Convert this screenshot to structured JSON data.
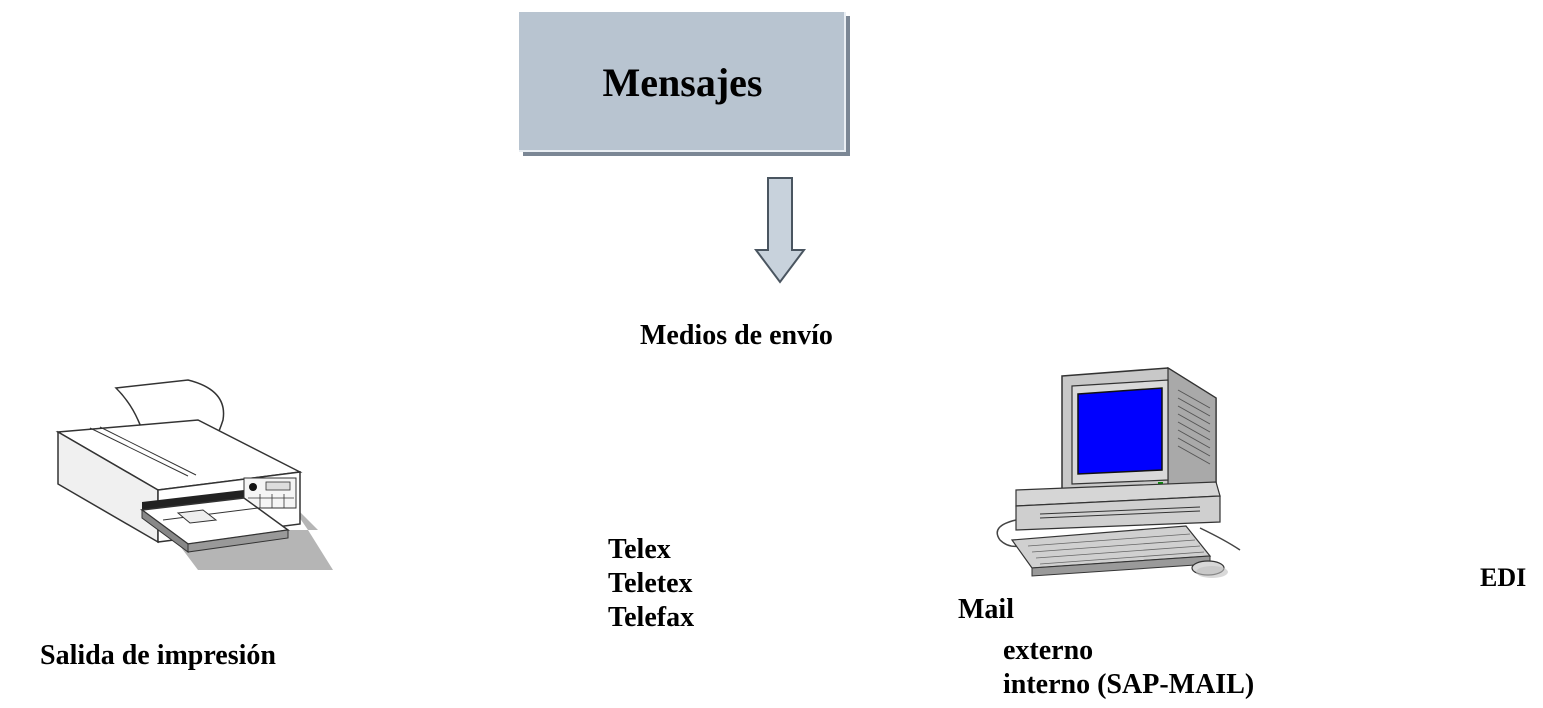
{
  "title": "Mensajes",
  "subtitle": "Medios de envío",
  "channels": {
    "print": "Salida de impresión",
    "telecom": [
      "Telex",
      "Teletex",
      "Telefax"
    ],
    "edi": "EDI",
    "mail": {
      "label": "Mail",
      "items": [
        "externo",
        "interno (SAP-MAIL)"
      ]
    }
  },
  "colors": {
    "box_fill": "#b8c4d0",
    "arrow_fill": "#c8d2dc",
    "screen": "#0000ff",
    "shadow": "#b5b5b5"
  },
  "icons": [
    "printer-icon",
    "computer-icon",
    "down-arrow-icon"
  ]
}
